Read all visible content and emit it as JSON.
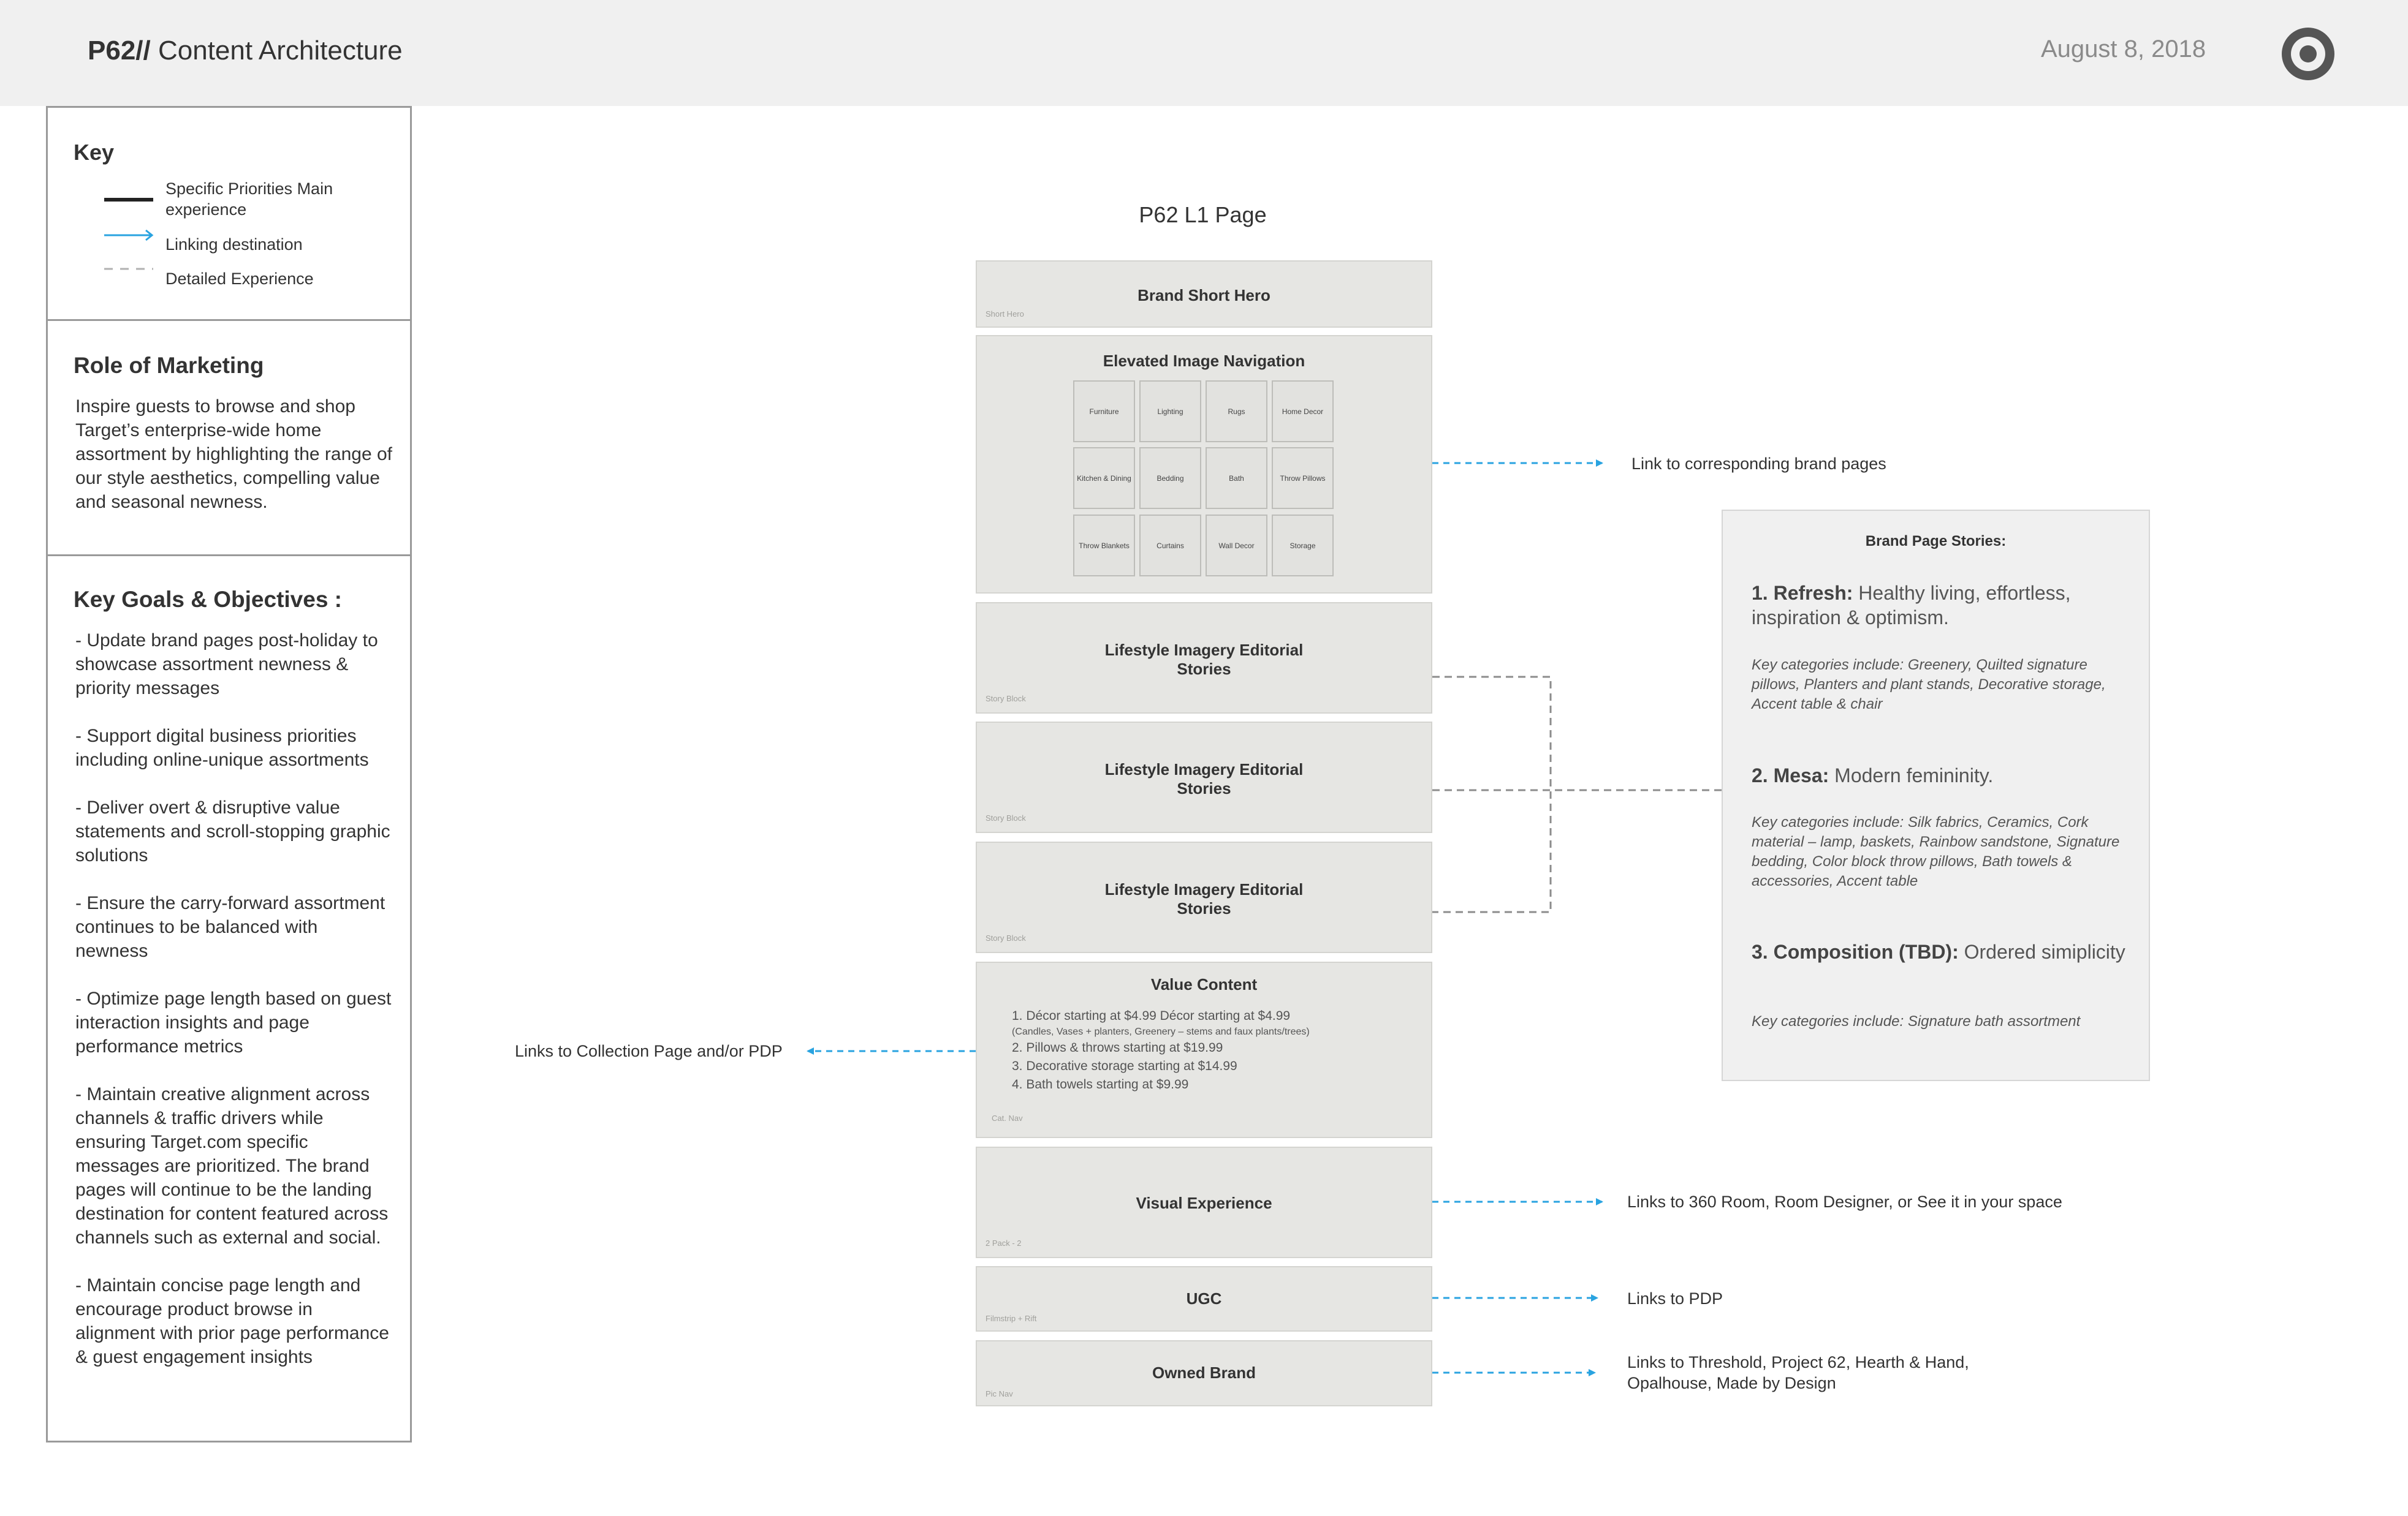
{
  "header": {
    "title_bold": "P62//",
    "title_rest": " Content Architecture",
    "date": "August 8, 2018",
    "logo_icon": "target-bullseye-icon",
    "brand_color": "#555555"
  },
  "key": {
    "heading": "Key",
    "items": [
      {
        "label": "Specific Priorities Main experience",
        "icon": "solid-line-icon"
      },
      {
        "label": "Linking destination",
        "icon": "blue-arrow-icon"
      },
      {
        "label": "Detailed Experience",
        "icon": "dashed-line-icon"
      }
    ]
  },
  "role": {
    "heading": "Role of Marketing",
    "text": "Inspire guests to browse and shop Target’s enterprise-wide home assortment by highlighting the range of our style aesthetics, compelling value and seasonal newness."
  },
  "goals": {
    "heading": "Key Goals & Objectives :",
    "items": [
      "- Update brand pages post-holiday to showcase assortment newness & priority messages",
      "- Support digital business priorities including online-unique assortments",
      "- Deliver overt & disruptive value statements and scroll-stopping graphic solutions",
      "- Ensure the carry-forward assortment continues to be balanced with newness",
      "- Optimize page length based on guest interaction insights and page performance metrics",
      "- Maintain creative alignment across channels & traffic drivers while ensuring Target.com specific messages are prioritized. The brand pages will continue to be the landing destination for content featured across channels such as external and social.",
      "- Maintain concise page length and encourage product browse in alignment with prior page performance & guest engagement insights"
    ]
  },
  "page": {
    "title": "P62 L1 Page",
    "hero": {
      "title": "Brand Short Hero",
      "note": "Short Hero"
    },
    "nav": {
      "title": "Elevated Image Navigation",
      "cells": [
        "Furniture",
        "Lighting",
        "Rugs",
        "Home Decor",
        "Kitchen & Dining",
        "Bedding",
        "Bath",
        "Throw Pillows",
        "Throw Blankets",
        "Curtains",
        "Wall Decor",
        "Storage"
      ]
    },
    "stories": [
      {
        "title": "Lifestyle Imagery Editorial Stories",
        "note": "Story Block"
      },
      {
        "title": "Lifestyle Imagery Editorial Stories",
        "note": "Story Block"
      },
      {
        "title": "Lifestyle Imagery Editorial Stories",
        "note": "Story Block"
      }
    ],
    "value": {
      "title": "Value Content",
      "line1": "1. Décor starting at $4.99 Décor starting at $4.99",
      "line1_sub": "(Candles, Vases + planters, Greenery – stems and faux plants/trees)",
      "line2": "2. Pillows & throws starting at $19.99",
      "line3": "3. Decorative storage starting at $14.99",
      "line4": "4. Bath towels starting at $9.99",
      "note": "Cat. Nav"
    },
    "visual": {
      "title": "Visual Experience",
      "note": "2 Pack - 2"
    },
    "ugc": {
      "title": "UGC",
      "note": "Filmstrip + Rift"
    },
    "owned": {
      "title": "Owned Brand",
      "note": "Pic Nav"
    }
  },
  "annotations": {
    "nav_link": "Link to corresponding brand pages",
    "value_link": "Links to Collection Page and/or PDP",
    "visual_link": "Links to 360 Room, Room Designer, or See it in your space",
    "ugc_link": "Links to PDP",
    "owned_link_1": "Links to Threshold, Project 62, Hearth & Hand,",
    "owned_link_2": "Opalhouse, Made by Design",
    "link_color": "#29a3e0"
  },
  "brand_stories": {
    "heading": "Brand Page Stories:",
    "items": [
      {
        "name": "1. Refresh:",
        "desc": " Healthy living, effortless, inspiration & optimism.",
        "cats": "Key categories include: Greenery, Quilted signature pillows, Planters and plant stands, Decorative storage, Accent table & chair"
      },
      {
        "name": "2. Mesa:",
        "desc": " Modern femininity.",
        "cats": "Key categories include: Silk fabrics, Ceramics, Cork material – lamp, baskets, Rainbow sandstone, Signature bedding, Color block throw pillows, Bath towels & accessories, Accent table"
      },
      {
        "name": "3. Composition (TBD):",
        "desc": " Ordered simiplicity",
        "cats": "Key categories include: Signature bath assortment"
      }
    ]
  }
}
